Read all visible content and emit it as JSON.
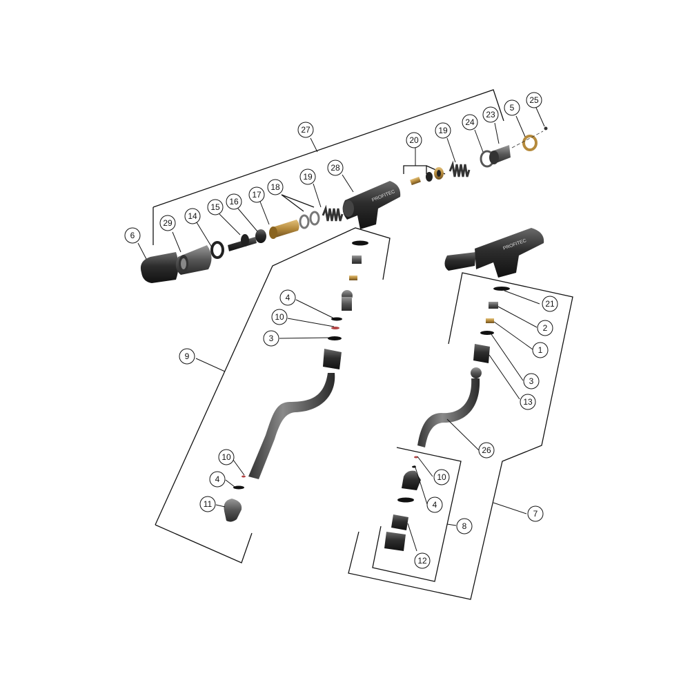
{
  "diagram": {
    "type": "exploded-parts-diagram",
    "brand_text": "PROFITEC",
    "colors": {
      "part_dark": "#2a2a2a",
      "part_mid": "#555555",
      "part_light": "#8a8a8a",
      "brass": "#b58a3c",
      "line": "#111111"
    },
    "callouts": [
      {
        "id": "27",
        "text": "27"
      },
      {
        "id": "28",
        "text": "28"
      },
      {
        "id": "20",
        "text": "20"
      },
      {
        "id": "19a",
        "text": "19"
      },
      {
        "id": "19b",
        "text": "19"
      },
      {
        "id": "24",
        "text": "24"
      },
      {
        "id": "23",
        "text": "23"
      },
      {
        "id": "5",
        "text": "5"
      },
      {
        "id": "25",
        "text": "25"
      },
      {
        "id": "18",
        "text": "18"
      },
      {
        "id": "17",
        "text": "17"
      },
      {
        "id": "16",
        "text": "16"
      },
      {
        "id": "15",
        "text": "15"
      },
      {
        "id": "14",
        "text": "14"
      },
      {
        "id": "29",
        "text": "29"
      },
      {
        "id": "6",
        "text": "6"
      },
      {
        "id": "4a",
        "text": "4"
      },
      {
        "id": "10a",
        "text": "10"
      },
      {
        "id": "3a",
        "text": "3"
      },
      {
        "id": "9",
        "text": "9"
      },
      {
        "id": "10b",
        "text": "10"
      },
      {
        "id": "4b",
        "text": "4"
      },
      {
        "id": "11",
        "text": "11"
      },
      {
        "id": "21",
        "text": "21"
      },
      {
        "id": "2",
        "text": "2"
      },
      {
        "id": "1",
        "text": "1"
      },
      {
        "id": "3b",
        "text": "3"
      },
      {
        "id": "13",
        "text": "13"
      },
      {
        "id": "26",
        "text": "26"
      },
      {
        "id": "10c",
        "text": "10"
      },
      {
        "id": "4c",
        "text": "4"
      },
      {
        "id": "8",
        "text": "8"
      },
      {
        "id": "7",
        "text": "7"
      },
      {
        "id": "12",
        "text": "12"
      }
    ]
  }
}
